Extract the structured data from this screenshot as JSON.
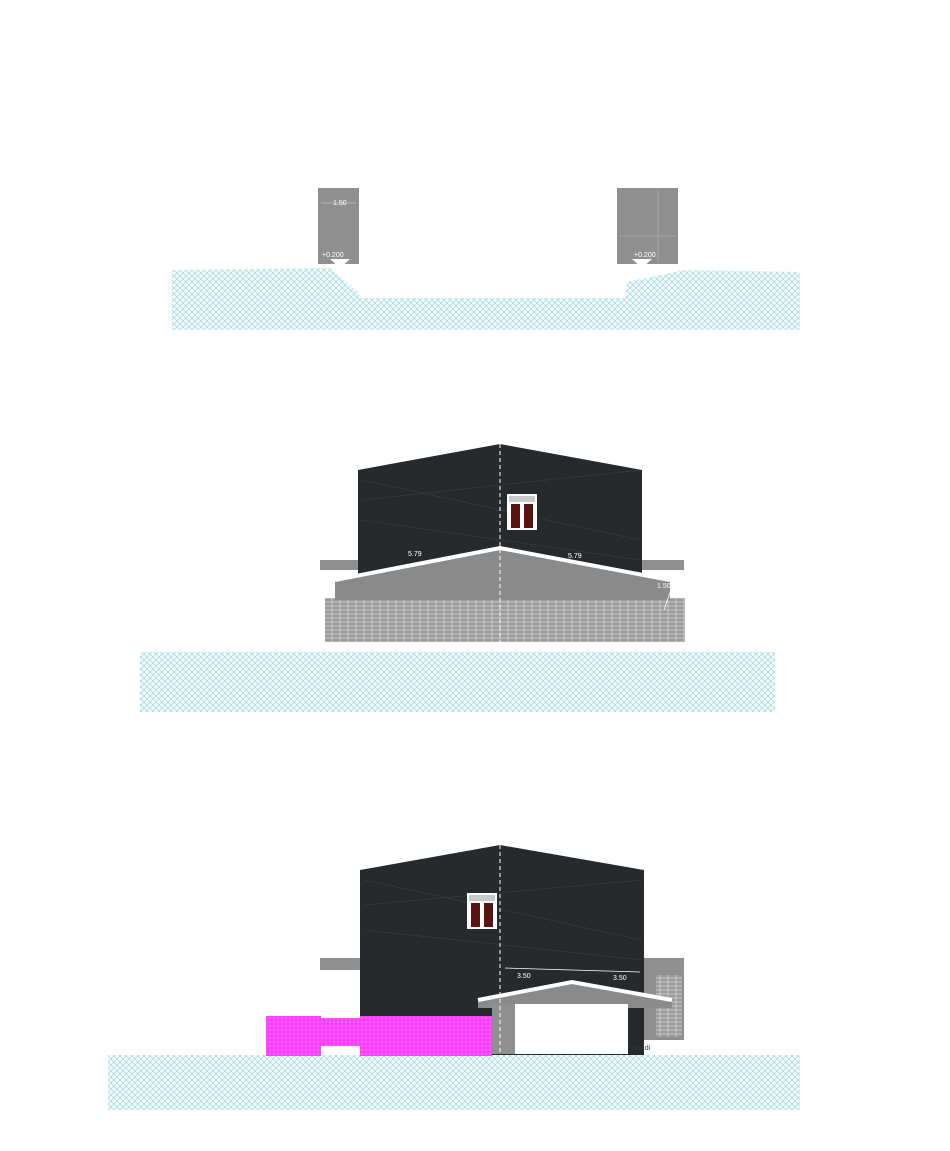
{
  "section_top": {
    "left_pillar": {
      "dimension": "1.50",
      "level": "+0.200"
    },
    "right_pillar": {
      "level": "+0.200"
    }
  },
  "section_middle": {
    "roof_left_dimension": "5.79",
    "roof_right_dimension": "5.79",
    "side_dimension": "1.50"
  },
  "section_bottom": {
    "roof_left_dimension": "3.50",
    "roof_right_dimension": "3.50",
    "note": "linea di"
  },
  "colors": {
    "ground_hatch": "#7fc8d8",
    "wall": "#262a2c",
    "annex": "#8f8f8f",
    "highlight": "#ff33ff",
    "window": "#5a1414"
  }
}
